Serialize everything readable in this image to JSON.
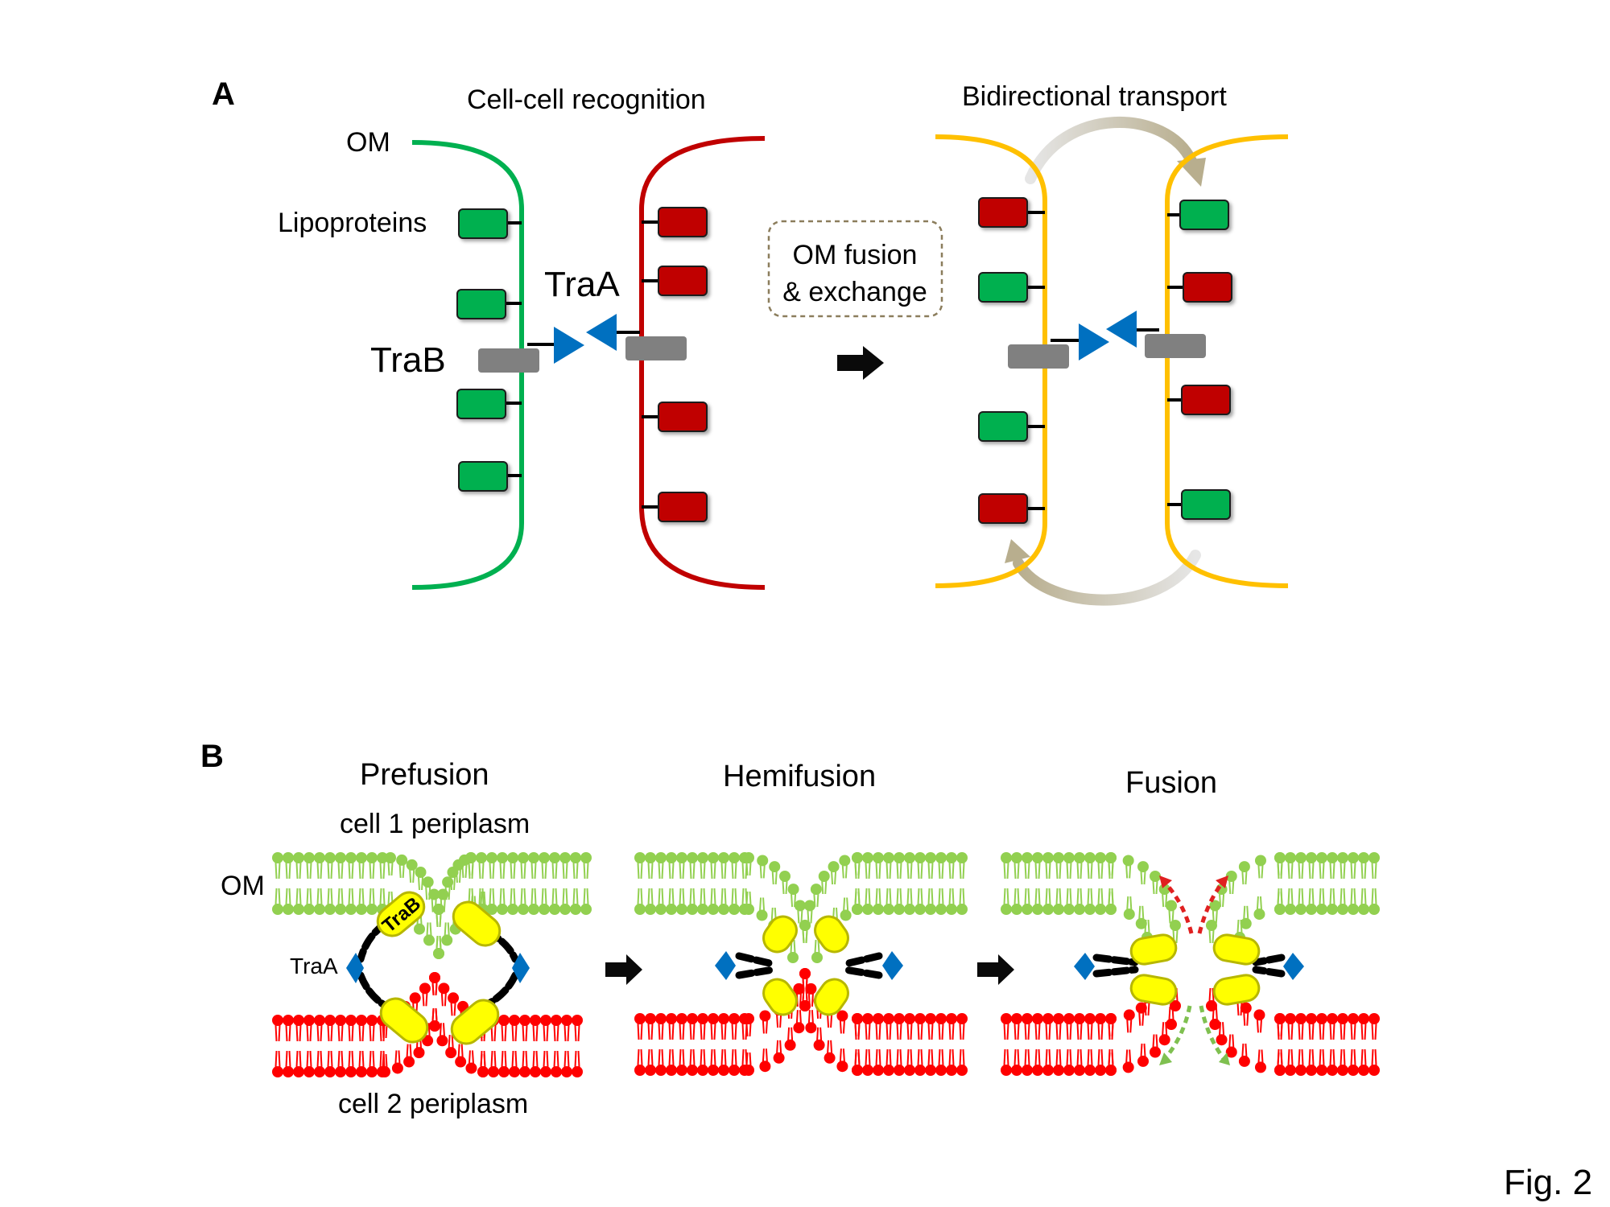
{
  "panel_a": {
    "letter": "A",
    "recognition_title": "Cell-cell recognition",
    "transport_title": "Bidirectional transport",
    "om_label": "OM",
    "lipoproteins_label": "Lipoproteins",
    "traa_label": "TraA",
    "trab_label": "TraB",
    "fusion_box_line1": "OM fusion",
    "fusion_box_line2": "& exchange"
  },
  "panel_b": {
    "letter": "B",
    "stages": [
      "Prefusion",
      "Hemifusion",
      "Fusion"
    ],
    "cell1_label": "cell 1 periplasm",
    "cell2_label": "cell 2 periplasm",
    "om_label": "OM",
    "traa_label": "TraA",
    "trab_label": "TraB"
  },
  "figure_label": "Fig. 2",
  "colors": {
    "green_membrane": "#00b050",
    "red_membrane": "#c00000",
    "yellow_membrane": "#ffc000",
    "green_lipoprotein": "#00b050",
    "red_lipoprotein": "#c00000",
    "trab_gray": "#808080",
    "traa_blue": "#0070c0",
    "light_green_lipid": "#92d050",
    "red_lipid": "#ff0000",
    "yellow_protein": "#ffff00",
    "arrow_black": "#000000"
  }
}
